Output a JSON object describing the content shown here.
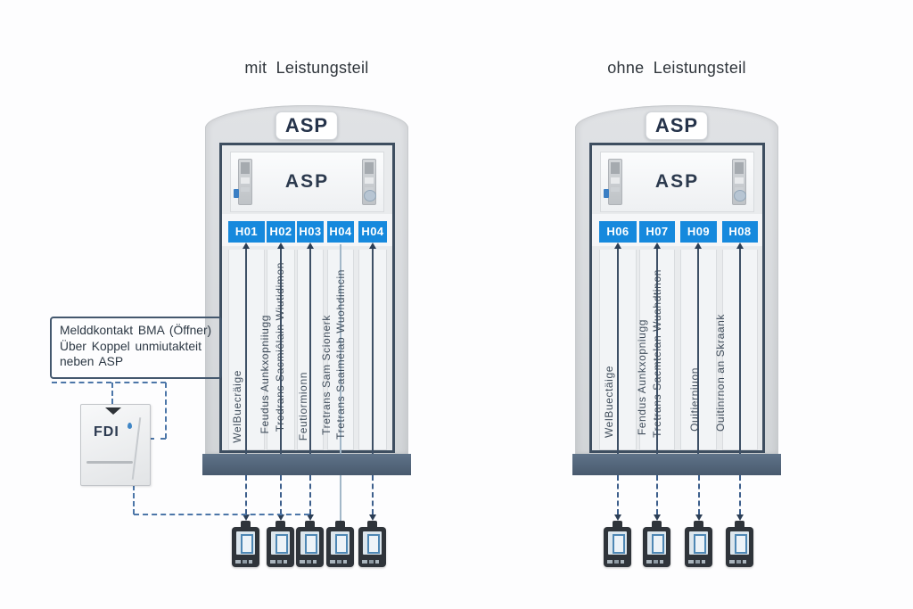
{
  "left_diagram": {
    "title": "mit Leistungsteil",
    "badge": "ASP",
    "panel_label": "ASP",
    "wires": [
      {
        "port": "H01",
        "labels": [
          "WelBuecräige"
        ]
      },
      {
        "port": "H02",
        "labels": [
          "Feudus Aunkxopniiugg",
          "Tredrans Sacmiêlain Wiutidimon"
        ]
      },
      {
        "port": "H03",
        "labels": [
          "Feutiormionn"
        ]
      },
      {
        "port": "H04",
        "labels": [
          "Tretrans Sam Scionerk",
          "Tretrans Saaimêlab Wuohdimcin"
        ]
      },
      {
        "port": "H04",
        "labels": []
      }
    ]
  },
  "right_diagram": {
    "title": "ohne Leistungsteil",
    "badge": "ASP",
    "panel_label": "ASP",
    "wires": [
      {
        "port": "H06",
        "labels": [
          "WelBuectäige"
        ]
      },
      {
        "port": "H07",
        "labels": [
          "Fendus Aunkxopniugg",
          "Tretrans Sacmtelan Wuahdtinon"
        ]
      },
      {
        "port": "H09",
        "labels": [
          "Ouitierniuon"
        ]
      },
      {
        "port": "H08",
        "labels": [
          "Ouitinrnon an Skraank"
        ]
      }
    ]
  },
  "annotation": {
    "lines": [
      "Melddkontakt BMA (Öffner)",
      "Über Koppel unmiutakteit",
      "neben ASP"
    ]
  },
  "fdi": {
    "label": "FDI"
  },
  "colors": {
    "port_badge_blue": "#1689dd",
    "cabinet_frame_navy": "#3e4e60",
    "plinth_slate": "#51647a",
    "dashed_connection_blue": "#4c76a8",
    "device_frame_dark": "#2f343a",
    "device_screen_outline": "#4e87b4",
    "breaker_accent_blue": "#3b7fc4"
  }
}
